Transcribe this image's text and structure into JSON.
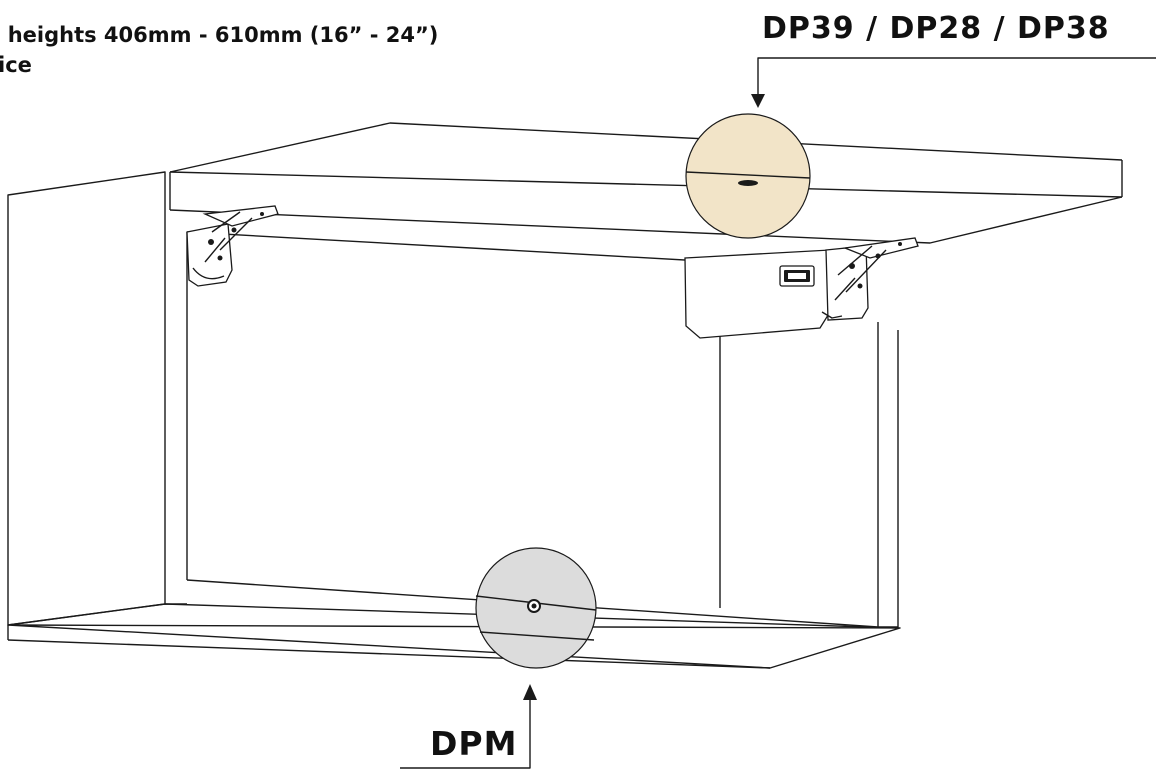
{
  "header": {
    "line1": ": heights 406mm - 610mm (16” - 24”)",
    "line2": "ice"
  },
  "labels": {
    "top_right": "DP39 /  DP28 / DP38",
    "bottom": "DPM"
  },
  "colors": {
    "top_callout_fill": "#f2e4c8",
    "bottom_callout_fill": "#dcdcdc"
  }
}
